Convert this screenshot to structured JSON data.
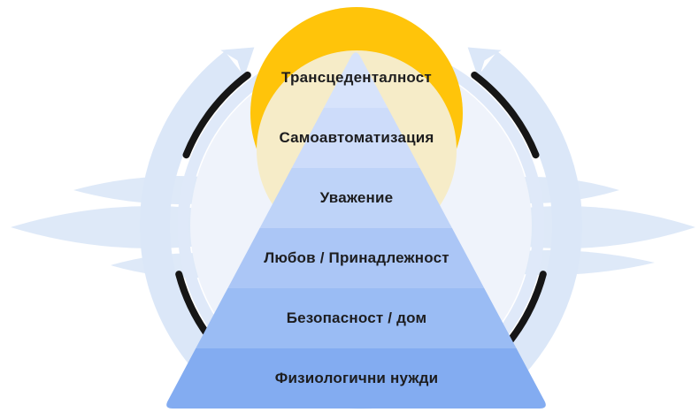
{
  "pyramid": {
    "levels": [
      {
        "label": "Трансцеденталност",
        "color": "#D7E3FB"
      },
      {
        "label": "Самоавтоматизация",
        "color": "#CDDCFA"
      },
      {
        "label": "Уважение",
        "color": "#BED3F8"
      },
      {
        "label": "Любов / Принадлежност",
        "color": "#ABC6F6"
      },
      {
        "label": "Безопасност / дом",
        "color": "#9ABCF4"
      },
      {
        "label": "Физиологични нужди",
        "color": "#83ACF1"
      }
    ]
  },
  "sun": {
    "disc_color": "#FFC40A",
    "halo_color": "#F6ECC8"
  },
  "decor": {
    "band_color": "#DBE7F8",
    "ring_color": "#DFE9F9",
    "disc_color": "#EFF3FB",
    "petal_color": "#DEE9F8",
    "stroke_color": "#161616"
  },
  "text_color": "#1D1D1F"
}
